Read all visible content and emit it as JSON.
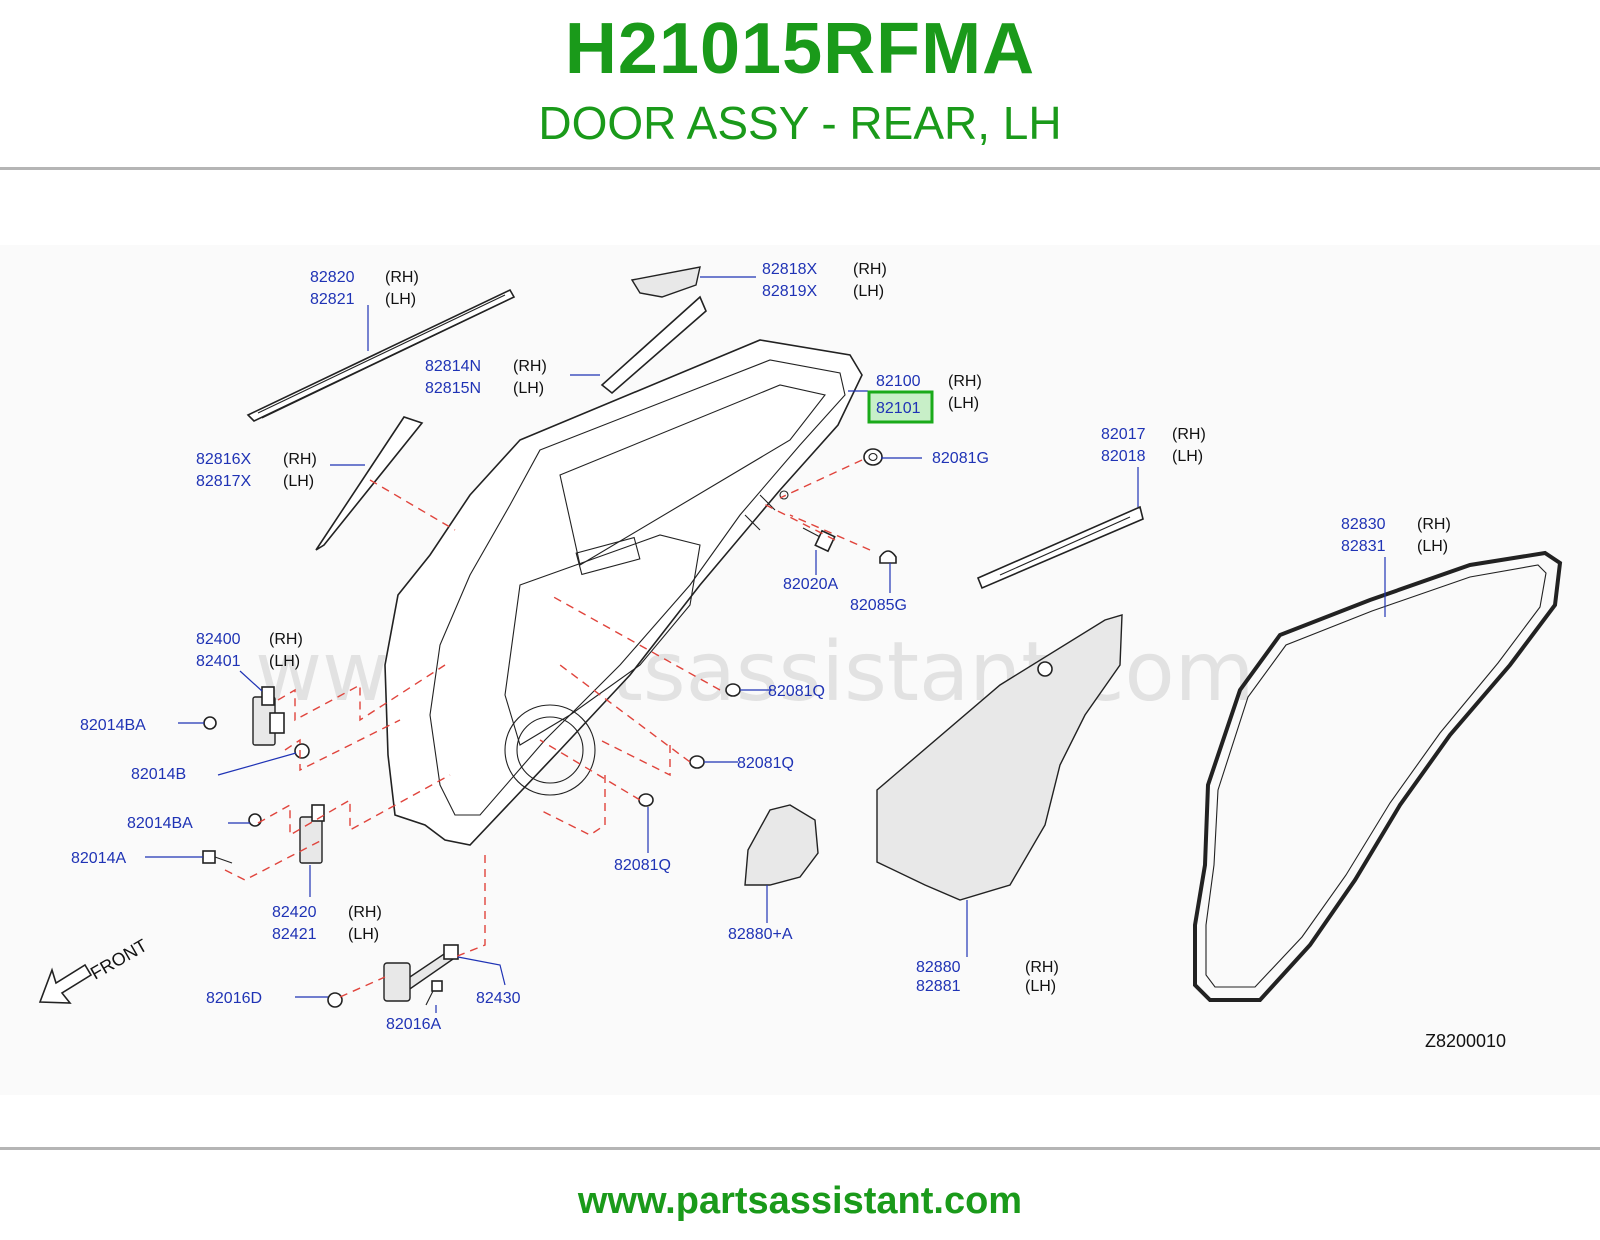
{
  "header": {
    "part_number": "H21015RFMA",
    "description": "DOOR ASSY - REAR, LH"
  },
  "watermark": "www.partsassistant.com",
  "diagram_code": "Z8200010",
  "front_label": "FRONT",
  "highlight_color": "#1aaa1a",
  "parts": {
    "p82820": "82820",
    "p82820_side": "(RH)",
    "p82821": "82821",
    "p82821_side": "(LH)",
    "p82818x": "82818X",
    "p82818x_side": "(RH)",
    "p82819x": "82819X",
    "p82819x_side": "(LH)",
    "p82814n": "82814N",
    "p82814n_side": "(RH)",
    "p82815n": "82815N",
    "p82815n_side": "(LH)",
    "p82100": "82100",
    "p82100_side": "(RH)",
    "p82101": "82101",
    "p82101_side": "(LH)",
    "p82816x": "82816X",
    "p82816x_side": "(RH)",
    "p82817x": "82817X",
    "p82817x_side": "(LH)",
    "p82081g": "82081G",
    "p82017": "82017",
    "p82017_side": "(RH)",
    "p82018": "82018",
    "p82018_side": "(LH)",
    "p82830": "82830",
    "p82830_side": "(RH)",
    "p82831": "82831",
    "p82831_side": "(LH)",
    "p82020a": "82020A",
    "p82085g": "82085G",
    "p82400": "82400",
    "p82400_side": "(RH)",
    "p82401": "82401",
    "p82401_side": "(LH)",
    "p82081q_a": "82081Q",
    "p82014ba_a": "82014BA",
    "p82014b": "82014B",
    "p82081q_b": "82081Q",
    "p82014ba_b": "82014BA",
    "p82014a": "82014A",
    "p82081q_c": "82081Q",
    "p82420": "82420",
    "p82420_side": "(RH)",
    "p82421": "82421",
    "p82421_side": "(LH)",
    "p82880a": "82880+A",
    "p82880": "82880",
    "p82880_side": "(RH)",
    "p82881": "82881",
    "p82881_side": "(LH)",
    "p82016d": "82016D",
    "p82430": "82430",
    "p82016a": "82016A"
  },
  "footer": {
    "url": "www.partsassistant.com"
  }
}
